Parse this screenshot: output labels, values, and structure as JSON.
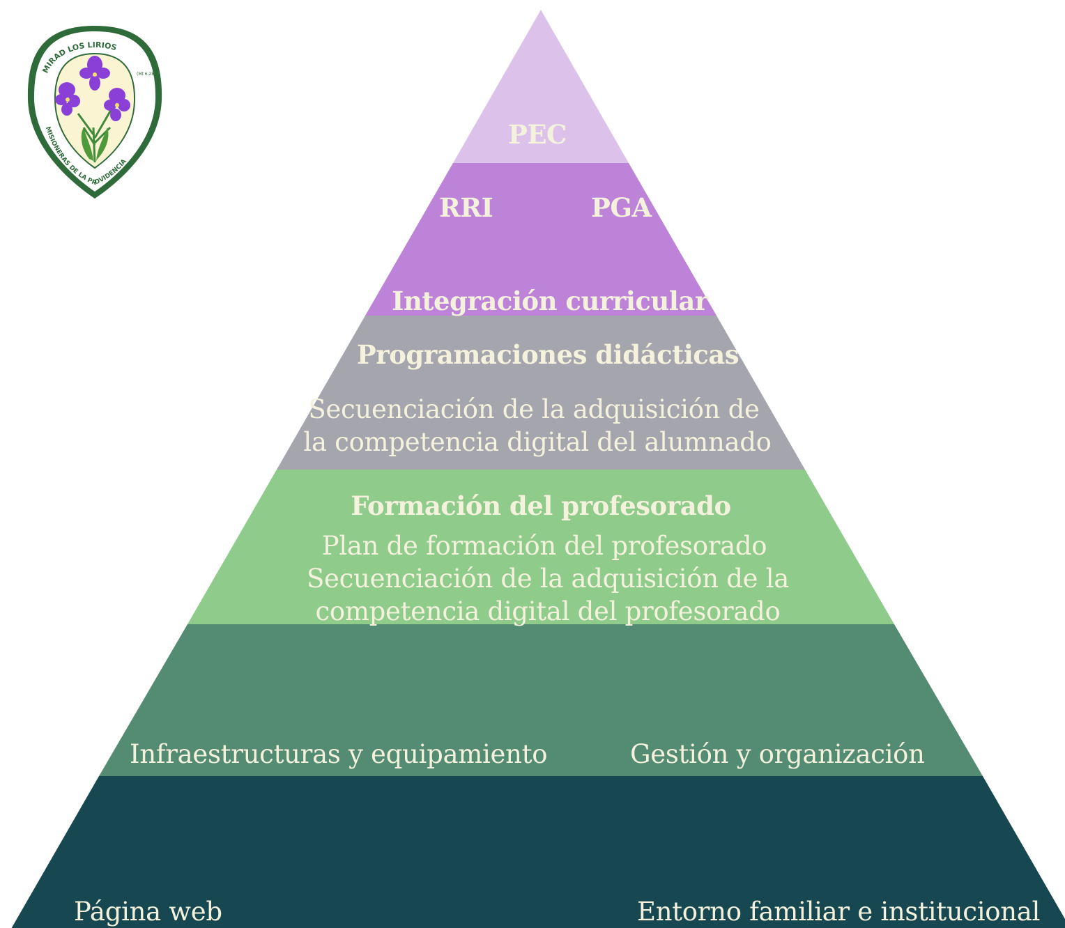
{
  "logo": {
    "top_text": "MIRAD LOS LIRIOS",
    "verse": "(Mt 6,28)",
    "bottom_text": "MISIONERAS DE LA PROVIDENCIA"
  },
  "levels": [
    {
      "id": "level-1",
      "color": "#dcc2ea",
      "labels": [
        "PEC"
      ]
    },
    {
      "id": "level-2",
      "color": "#bd83d9",
      "labels": [
        "RRI",
        "PGA",
        "Integración curricular"
      ]
    },
    {
      "id": "level-3",
      "color": "#a5a5ae",
      "labels": [
        "Programaciones didácticas",
        "Secuenciación de la adquisición de",
        "la competencia digital del alumnado"
      ]
    },
    {
      "id": "level-4",
      "color": "#8fcc8c",
      "labels": [
        "Formación del profesorado",
        "Plan de formación del profesorado",
        "Secuenciación de la adquisición de la",
        "competencia digital del profesorado"
      ]
    },
    {
      "id": "level-5",
      "color": "#538c72",
      "labels": [
        "Infraestructuras y equipamiento",
        "Gestión y organización"
      ]
    },
    {
      "id": "level-6",
      "color": "#174852",
      "labels": [
        "Página web",
        "Entorno familiar e institucional"
      ]
    }
  ],
  "text_color": "#f4f1dc"
}
